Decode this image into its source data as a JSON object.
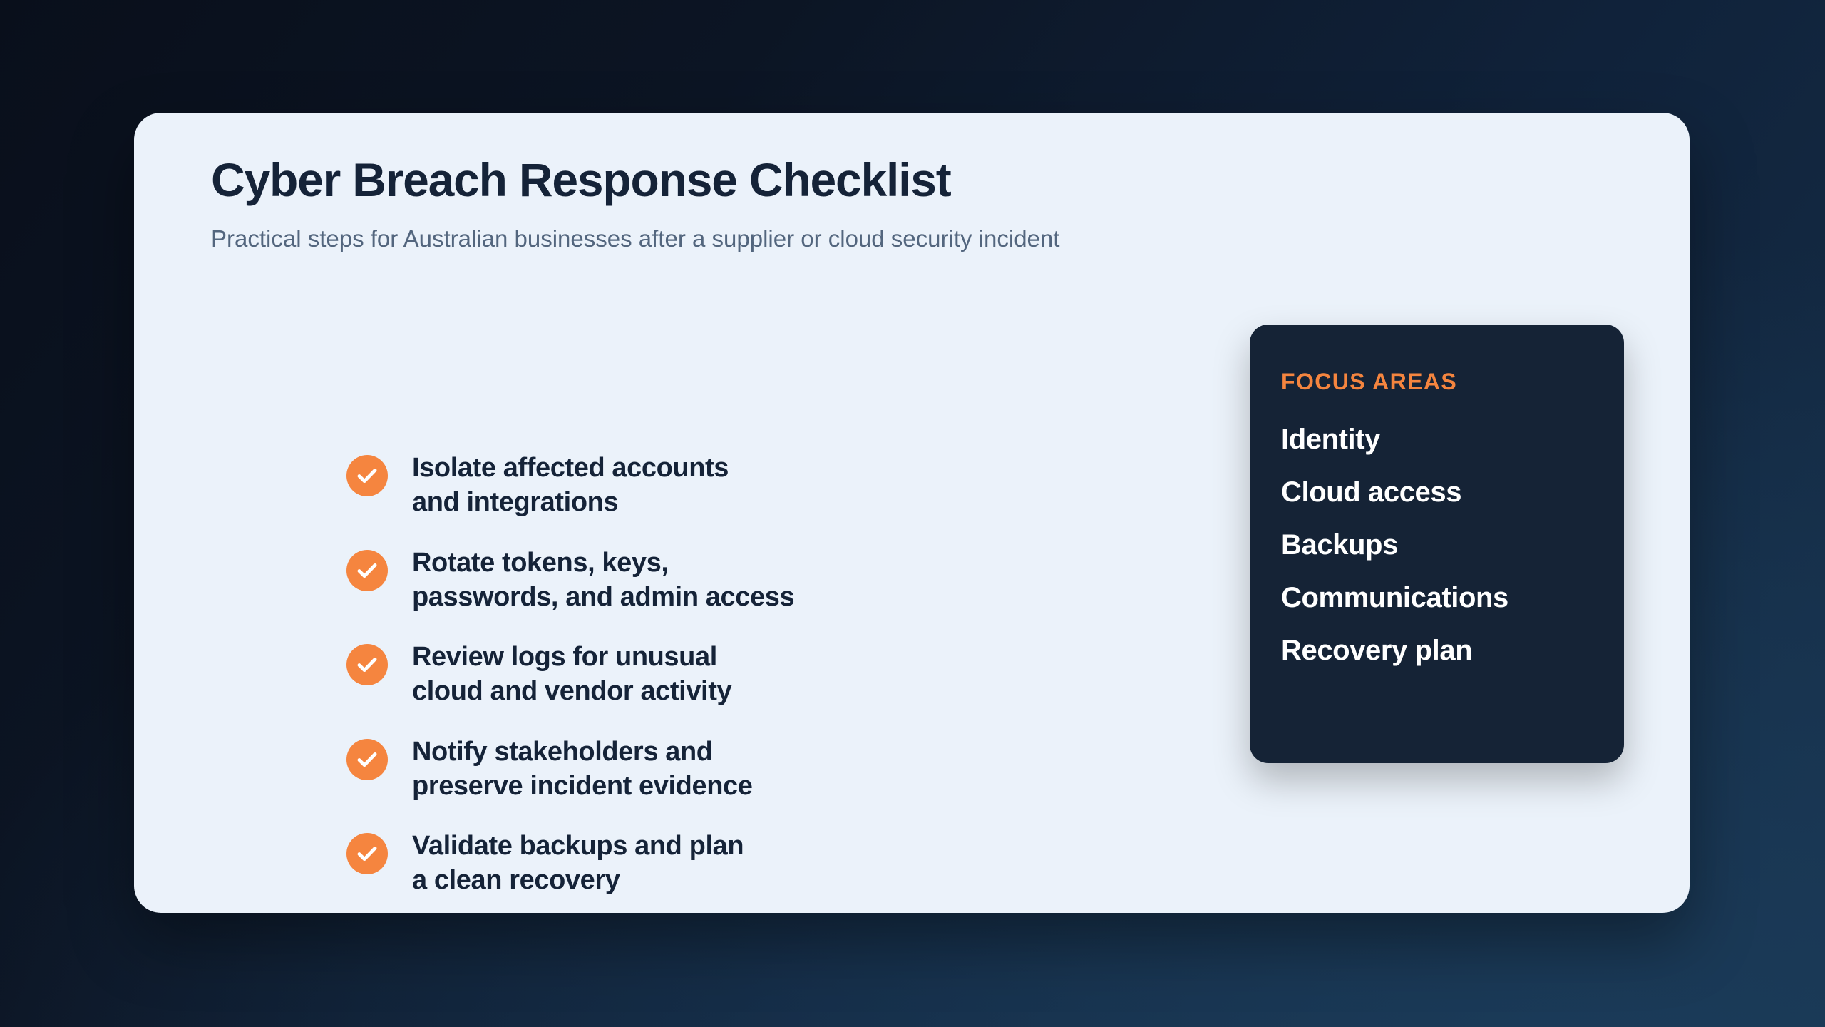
{
  "card": {
    "title": "Cyber Breach Response Checklist",
    "subtitle": "Practical steps for Australian businesses after a supplier or cloud security incident"
  },
  "checklist": {
    "items": [
      {
        "icon": "check-circle-icon",
        "line1": "Isolate affected accounts",
        "line2": "and integrations"
      },
      {
        "icon": "check-circle-icon",
        "line1": "Rotate tokens, keys,",
        "line2": "passwords, and admin access"
      },
      {
        "icon": "check-circle-icon",
        "line1": "Review logs for unusual",
        "line2": "cloud and vendor activity"
      },
      {
        "icon": "check-circle-icon",
        "line1": "Notify stakeholders and",
        "line2": "preserve incident evidence"
      },
      {
        "icon": "check-circle-icon",
        "line1": "Validate backups and plan",
        "line2": "a clean recovery"
      }
    ]
  },
  "focus_panel": {
    "heading": "FOCUS AREAS",
    "items": [
      {
        "label": "Identity"
      },
      {
        "label": "Cloud access"
      },
      {
        "label": "Backups"
      },
      {
        "label": "Communications"
      },
      {
        "label": "Recovery plan"
      }
    ]
  },
  "colors": {
    "accent_orange": "#f5853f",
    "card_background": "#ebf2fa",
    "panel_background": "#152336",
    "heading_text": "#152338",
    "subtitle_text": "#53667e",
    "panel_text": "#ffffff",
    "page_background_start": "#0b1220",
    "page_background_end": "#16304a"
  }
}
